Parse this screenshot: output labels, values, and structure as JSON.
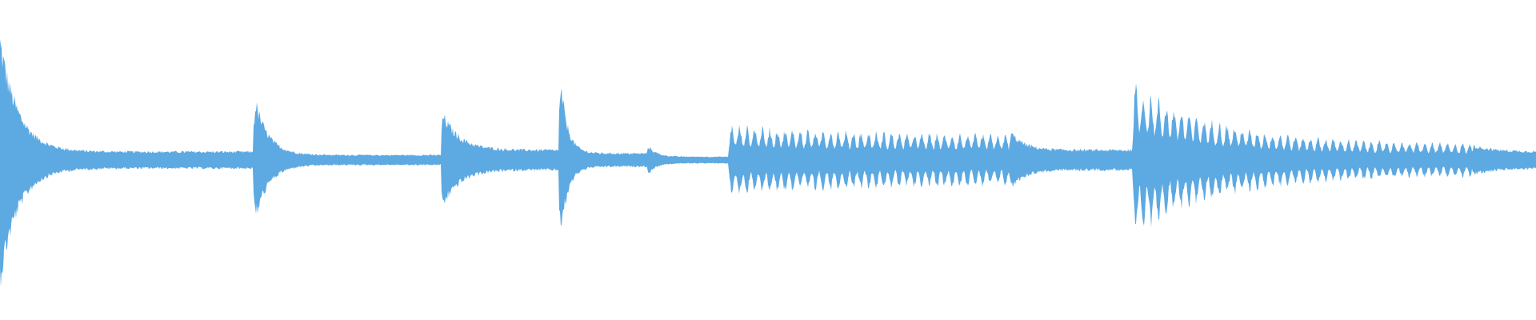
{
  "waveform": {
    "color": "#5DA9E2",
    "background": "#FFFFFF",
    "duration_fraction_note_free": null,
    "segments": [
      {
        "start": 0.0,
        "end": 0.165,
        "peak": 0.72,
        "floor": 0.05,
        "decay": 14,
        "ripple": 0.0
      },
      {
        "start": 0.165,
        "end": 0.287,
        "peak": 0.4,
        "floor": 0.03,
        "decay": 14,
        "ripple": 0.0
      },
      {
        "start": 0.287,
        "end": 0.364,
        "peak": 0.3,
        "floor": 0.06,
        "decay": 7,
        "ripple": 0.0
      },
      {
        "start": 0.364,
        "end": 0.421,
        "peak": 0.56,
        "floor": 0.04,
        "decay": 12,
        "ripple": 0.0
      },
      {
        "start": 0.421,
        "end": 0.474,
        "peak": 0.1,
        "floor": 0.02,
        "decay": 10,
        "ripple": 0.0
      },
      {
        "start": 0.474,
        "end": 0.657,
        "peak": 0.2,
        "floor": 0.14,
        "decay": 2,
        "ripple": 0.55
      },
      {
        "start": 0.657,
        "end": 0.737,
        "peak": 0.18,
        "floor": 0.06,
        "decay": 9,
        "ripple": 0.0
      },
      {
        "start": 0.737,
        "end": 0.958,
        "peak": 0.44,
        "floor": 0.09,
        "decay": 4,
        "ripple": 0.55
      },
      {
        "start": 0.958,
        "end": 1.0,
        "peak": 0.09,
        "floor": 0.05,
        "decay": 3,
        "ripple": 0.0
      }
    ]
  }
}
